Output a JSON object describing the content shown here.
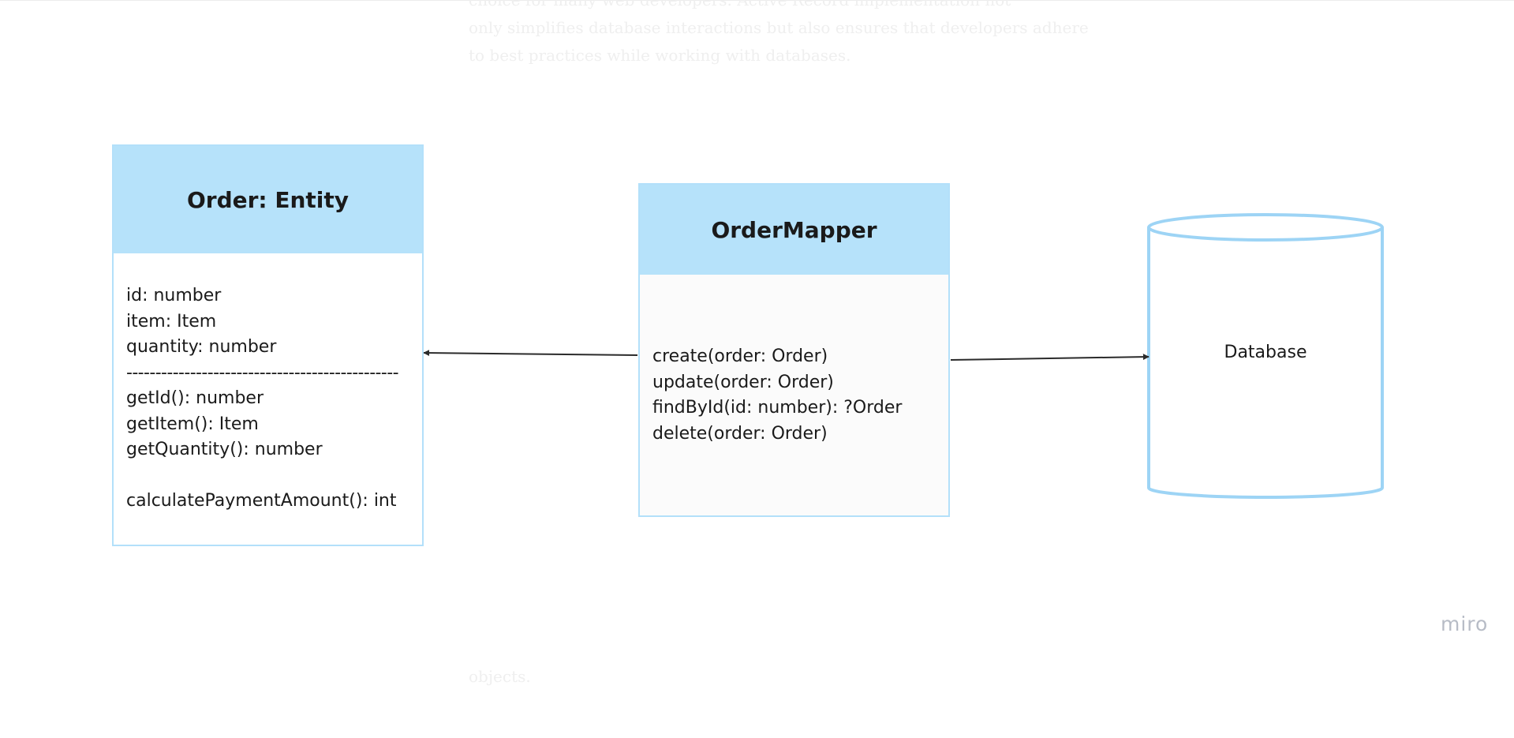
{
  "background_text": {
    "top_lines": [
      "choice for many web developers. Active Record implementation not",
      "only simplifies database interactions but also ensures that developers adhere",
      "to best practices while working with databases."
    ],
    "bottom_line": "objects."
  },
  "entity": {
    "title": "Order: Entity",
    "lines": [
      "id: number",
      "item: Item",
      "quantity: number",
      "-----------------------------------------------",
      "getId(): number",
      "getItem(): Item",
      "getQuantity(): number",
      "",
      "calculatePaymentAmount(): int"
    ]
  },
  "mapper": {
    "title": "OrderMapper",
    "lines": [
      "create(order: Order)",
      "update(order: Order)",
      "findById(id: number): ?Order",
      "delete(order: Order)"
    ]
  },
  "database": {
    "label": "Database"
  },
  "branding": {
    "logo": "miro"
  },
  "colors": {
    "header_fill": "#b6e2fa",
    "border": "#b3e0fa",
    "cylinder_stroke": "#9dd4f5",
    "arrow": "#2b2b2b",
    "text": "#1a1a1a",
    "logo": "#b7bcc6"
  }
}
